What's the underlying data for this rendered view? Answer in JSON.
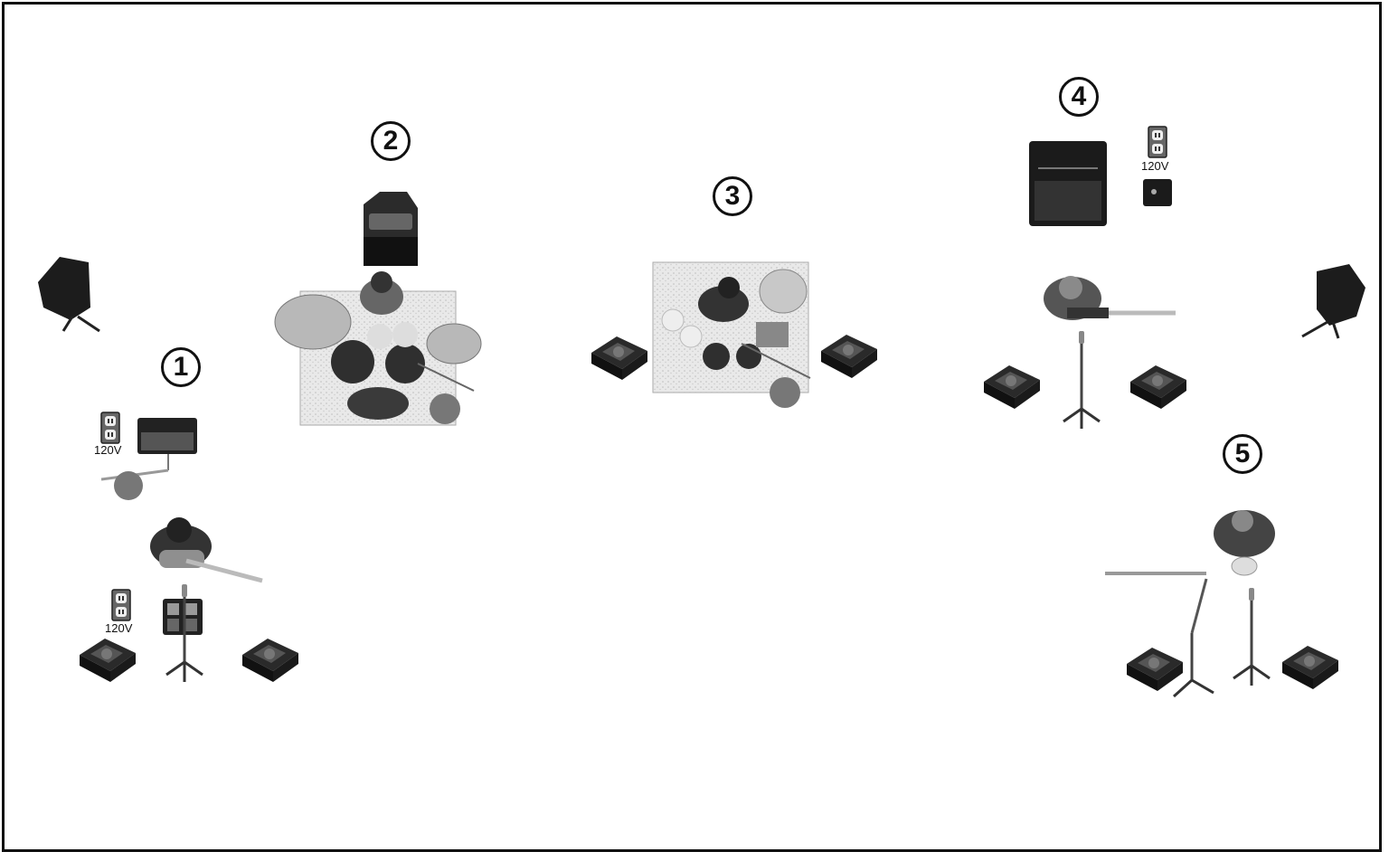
{
  "positions": [
    {
      "number": "1"
    },
    {
      "number": "2"
    },
    {
      "number": "3"
    },
    {
      "number": "4"
    },
    {
      "number": "5"
    }
  ],
  "voltage_label": "120V",
  "icons": {
    "main_speaker": "pa-speaker-icon",
    "monitor": "stage-monitor-wedge-icon",
    "outlet": "power-outlet-icon",
    "mic_stand": "mic-stand-icon",
    "amp": "guitar-amp-icon",
    "bass_cab": "bass-cabinet-icon",
    "drum_riser": "drum-riser-icon",
    "cymbal": "cymbal-icon",
    "guitarist": "guitarist-icon",
    "bassist": "bassist-icon",
    "flutist": "flutist-icon",
    "drummer": "drummer-icon",
    "percussionist": "percussionist-icon",
    "pedalboard": "pedalboard-icon",
    "di_box": "di-box-icon"
  }
}
